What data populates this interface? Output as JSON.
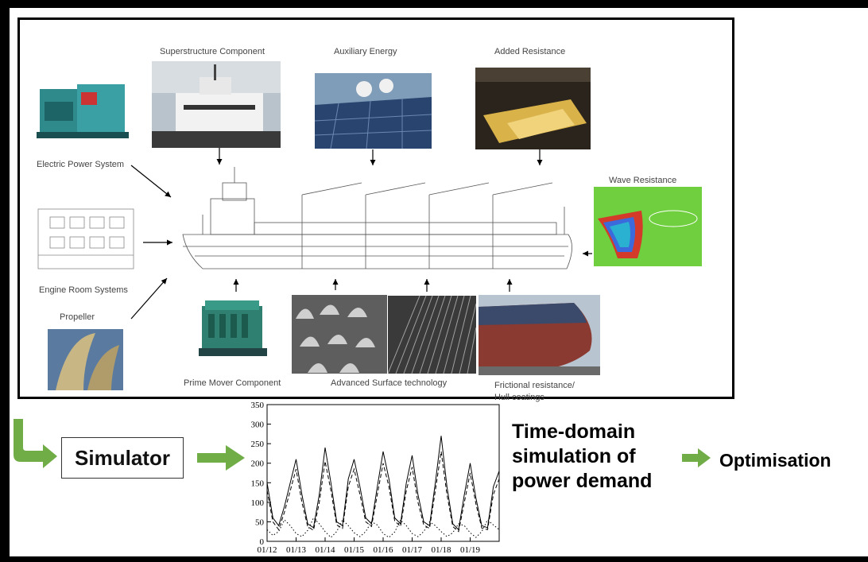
{
  "components": {
    "superstructure": "Superstructure Component",
    "auxiliary": "Auxiliary Energy",
    "added_resistance": "Added Resistance",
    "electric_power": "Electric Power System",
    "wave_resistance": "Wave Resistance",
    "engine_room": "Engine Room Systems",
    "propeller": "Propeller",
    "prime_mover": "Prime Mover Component",
    "surface_tech": "Advanced Surface technology",
    "frictional_line1": "Frictional resistance/",
    "frictional_line2": "Hull coatings"
  },
  "pipeline": {
    "simulator": "Simulator",
    "time_domain_line1": "Time-domain",
    "time_domain_line2": "simulation of",
    "time_domain_line3": "power demand",
    "optimisation": "Optimisation"
  },
  "colors": {
    "arrow_green": "#70ad47",
    "panel_border": "#000000"
  },
  "chart_data": {
    "type": "line",
    "title": "",
    "xlabel": "",
    "ylabel": "",
    "x_tick_labels": [
      "01/12",
      "01/13",
      "01/14",
      "01/15",
      "01/16",
      "01/17",
      "01/18",
      "01/19"
    ],
    "y_ticks": [
      0,
      50,
      100,
      150,
      200,
      250,
      300,
      350
    ],
    "ylim": [
      0,
      350
    ],
    "xlim": [
      0,
      8
    ],
    "series": [
      {
        "style": "solid",
        "x": [
          0,
          0.2,
          0.4,
          0.6,
          0.8,
          1.0,
          1.2,
          1.4,
          1.6,
          1.8,
          2.0,
          2.2,
          2.4,
          2.6,
          2.8,
          3.0,
          3.2,
          3.4,
          3.6,
          3.8,
          4.0,
          4.2,
          4.4,
          4.6,
          4.8,
          5.0,
          5.2,
          5.4,
          5.6,
          5.8,
          6.0,
          6.2,
          6.4,
          6.6,
          6.8,
          7.0,
          7.2,
          7.4,
          7.6,
          7.8,
          8.0
        ],
        "values": [
          150,
          60,
          40,
          90,
          150,
          210,
          120,
          45,
          35,
          120,
          240,
          150,
          50,
          40,
          160,
          210,
          140,
          60,
          45,
          140,
          230,
          160,
          60,
          45,
          150,
          220,
          120,
          50,
          40,
          150,
          270,
          140,
          45,
          30,
          120,
          200,
          110,
          40,
          35,
          140,
          180
        ]
      },
      {
        "style": "dashed",
        "x": [
          0,
          0.2,
          0.4,
          0.6,
          0.8,
          1.0,
          1.2,
          1.4,
          1.6,
          1.8,
          2.0,
          2.2,
          2.4,
          2.6,
          2.8,
          3.0,
          3.2,
          3.4,
          3.6,
          3.8,
          4.0,
          4.2,
          4.4,
          4.6,
          4.8,
          5.0,
          5.2,
          5.4,
          5.6,
          5.8,
          6.0,
          6.2,
          6.4,
          6.6,
          6.8,
          7.0,
          7.2,
          7.4,
          7.6,
          7.8,
          8.0
        ],
        "values": [
          130,
          50,
          30,
          75,
          130,
          185,
          100,
          38,
          28,
          100,
          205,
          130,
          42,
          33,
          140,
          185,
          120,
          50,
          38,
          120,
          200,
          140,
          52,
          38,
          130,
          190,
          100,
          42,
          33,
          130,
          230,
          120,
          38,
          25,
          100,
          175,
          95,
          34,
          30,
          120,
          160
        ]
      },
      {
        "style": "dotted",
        "x": [
          0,
          0.2,
          0.4,
          0.6,
          0.8,
          1.0,
          1.2,
          1.4,
          1.6,
          1.8,
          2.0,
          2.2,
          2.4,
          2.6,
          2.8,
          3.0,
          3.2,
          3.4,
          3.6,
          3.8,
          4.0,
          4.2,
          4.4,
          4.6,
          4.8,
          5.0,
          5.2,
          5.4,
          5.6,
          5.8,
          6.0,
          6.2,
          6.4,
          6.6,
          6.8,
          7.0,
          7.2,
          7.4,
          7.6,
          7.8,
          8.0
        ],
        "values": [
          30,
          15,
          25,
          55,
          40,
          20,
          12,
          28,
          60,
          45,
          25,
          10,
          25,
          55,
          40,
          22,
          12,
          25,
          50,
          42,
          20,
          10,
          24,
          55,
          40,
          20,
          12,
          25,
          50,
          40,
          25,
          12,
          22,
          45,
          40,
          22,
          10,
          25,
          55,
          42,
          30
        ]
      }
    ]
  }
}
